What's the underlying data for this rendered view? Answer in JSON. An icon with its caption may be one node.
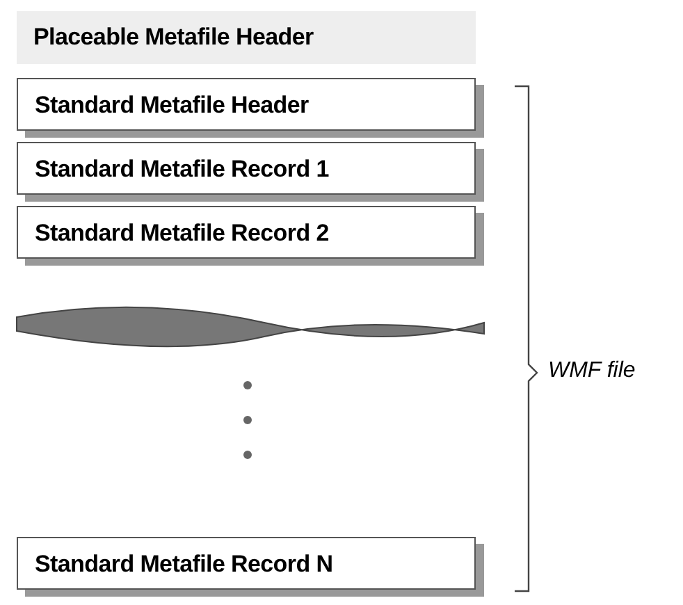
{
  "diagram": {
    "nodes": [
      {
        "text": [
          "Placeable Metafile Header"
        ]
      },
      {
        "text": [
          "Standard Metafile Header"
        ]
      },
      {
        "text": [
          "Standard Metafile Record 1"
        ]
      },
      {
        "text": [
          "Standard Metafile Record 2"
        ]
      },
      {
        "text": [
          "Standard Metafile Record N"
        ]
      }
    ],
    "edges": [],
    "labels": [
      "WMF file"
    ]
  }
}
